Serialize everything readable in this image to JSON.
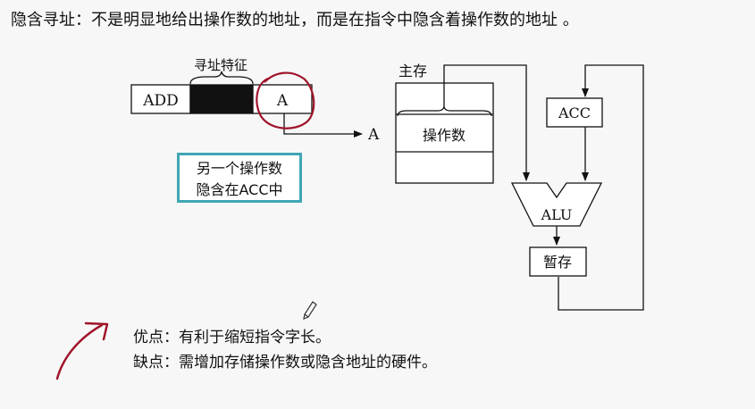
{
  "title": "隐含寻址：不是明显地给出操作数的地址，而是在指令中隐含着操作数的地址 。",
  "instruction": {
    "brace_label": "寻址特征",
    "opcode": "ADD",
    "address": "A"
  },
  "arrow_label": "A",
  "note": {
    "line1": "另一个操作数",
    "line2": "隐含在ACC中"
  },
  "memory": {
    "label": "主存",
    "operand": "操作数"
  },
  "registers": {
    "acc": "ACC",
    "alu": "ALU",
    "temp": "暂存"
  },
  "pros_cons": {
    "pro": "优点：有利于缩短指令字长。",
    "con": "缺点：需增加存储操作数或隐含地址的硬件。"
  },
  "colors": {
    "annotation_red": "#a0142a",
    "note_border": "#3fa6b5"
  },
  "icons": {
    "pencil": "pencil-icon"
  }
}
